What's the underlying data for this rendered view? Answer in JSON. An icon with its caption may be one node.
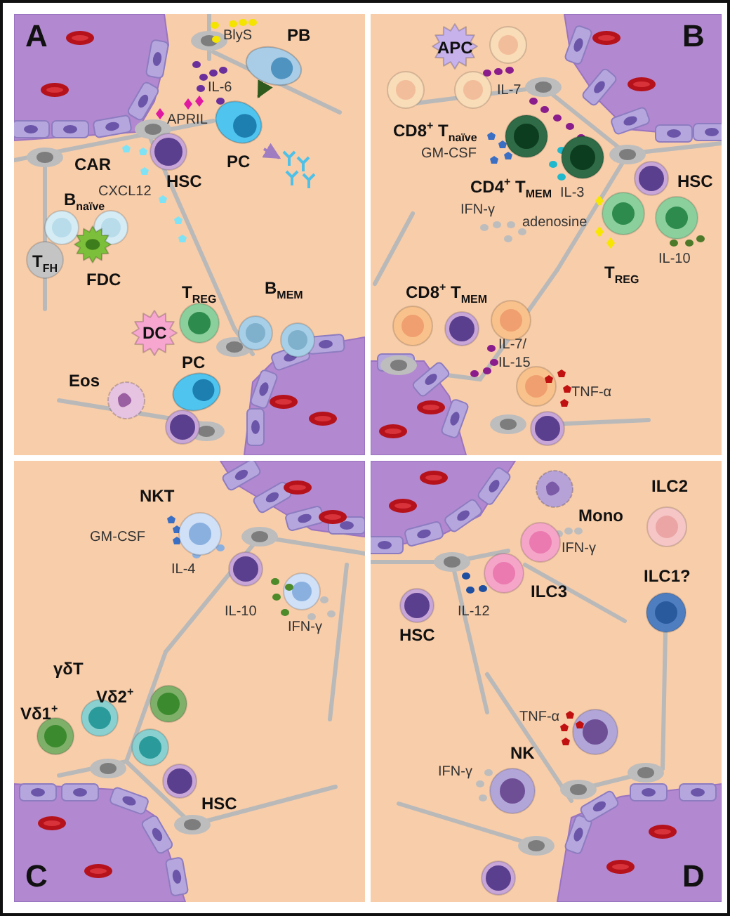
{
  "diagram": {
    "nodes": [
      {
        "text": [
          "A"
        ]
      },
      {
        "text": [
          "PB"
        ],
        "in": 0
      },
      {
        "text": [
          "PC"
        ],
        "in": 0
      },
      {
        "text": [],
        "shape": "picture",
        "in": 0
      },
      {
        "text": [
          "CAR"
        ],
        "in": 0
      },
      {
        "text": [
          "HSC"
        ],
        "in": 0
      },
      {
        "text": [
          "B$_{naïve}$"
        ],
        "in": 0
      },
      {
        "text": [
          "FDC"
        ],
        "in": 0
      },
      {
        "text": [
          "T$_{FH}$"
        ],
        "in": 0
      },
      {
        "text": [
          "T$_{REG}$"
        ],
        "in": 0
      },
      {
        "text": [
          "B$_{MEM}$"
        ],
        "in": 0
      },
      {
        "text": [
          "DC"
        ],
        "in": 0
      },
      {
        "text": [
          "PC"
        ],
        "in": 0
      },
      {
        "text": [
          "Eos"
        ],
        "in": 0
      },
      {
        "text": [
          "B"
        ]
      },
      {
        "text": [
          "APC"
        ],
        "in": 14
      },
      {
        "text": [
          "CD8$^{+}$ T$_{naïve}$"
        ],
        "in": 14
      },
      {
        "text": [
          "CD4$^{+}$ T$_{MEM}$"
        ],
        "in": 14
      },
      {
        "text": [
          "HSC"
        ],
        "in": 14
      },
      {
        "text": [
          "T$_{REG}$"
        ],
        "in": 14
      },
      {
        "text": [
          "CD8$^{+}$ T$_{MEM}$"
        ],
        "in": 14
      },
      {
        "text": [
          "C"
        ]
      },
      {
        "text": [
          "NKT"
        ],
        "in": 21
      },
      {
        "text": [
          "Vδ1$^{+}$"
        ],
        "in": 21
      },
      {
        "text": [
          "Vδ2$^{+}$"
        ],
        "in": 21
      },
      {
        "text": [
          "HSC"
        ],
        "in": 21
      },
      {
        "text": [
          "D"
        ]
      },
      {
        "text": [
          "Mono"
        ],
        "in": 26
      },
      {
        "text": [
          "ILC2"
        ],
        "in": 26
      },
      {
        "text": [
          "ILC3"
        ],
        "in": 26
      },
      {
        "text": [
          "HSC"
        ],
        "in": 26
      },
      {
        "text": [
          "ILC1?"
        ],
        "in": 26
      },
      {
        "text": [
          "NK"
        ],
        "in": 26
      }
    ],
    "edges": [
      {
        "from": 1,
        "to": 2,
        "arrow": "to",
        "color": "#2f5a1e"
      },
      {
        "from": 2,
        "to": 3,
        "arrow": "to",
        "color": "#a07cc0"
      }
    ],
    "labels": [
      "BlyS",
      "IL-6",
      "APRIL",
      "CXCL12",
      "IL-7",
      "GM-CSF",
      "IL-3",
      "adenosine",
      "IL-10",
      "IFN-γ",
      "IL-7/ IL-15",
      "TNF-α",
      "GM-CSF",
      "IL-4",
      "IL-10",
      "IFN-γ",
      "γδT",
      "IFN-γ",
      "IL-12",
      "TNF-α",
      "IFN-γ"
    ]
  }
}
